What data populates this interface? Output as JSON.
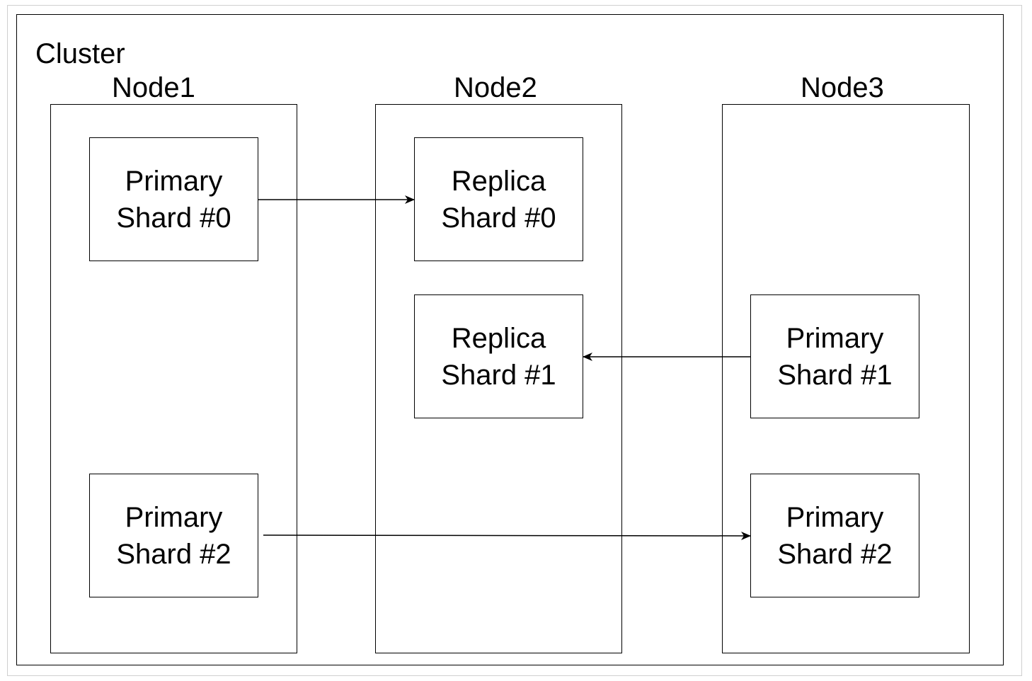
{
  "cluster": {
    "label": "Cluster"
  },
  "nodes": [
    {
      "label": "Node1"
    },
    {
      "label": "Node2"
    },
    {
      "label": "Node3"
    }
  ],
  "shards": {
    "node1_primary0": {
      "line1": "Primary",
      "line2": "Shard #0"
    },
    "node1_primary2": {
      "line1": "Primary",
      "line2": "Shard #2"
    },
    "node2_replica0": {
      "line1": "Replica",
      "line2": "Shard #0"
    },
    "node2_replica1": {
      "line1": "Replica",
      "line2": "Shard #1"
    },
    "node3_primary1": {
      "line1": "Primary",
      "line2": "Shard #1"
    },
    "node3_primary2": {
      "line1": "Primary",
      "line2": "Shard #2"
    }
  },
  "connections": [
    {
      "from": "node1_primary0",
      "to": "node2_replica0"
    },
    {
      "from": "node3_primary1",
      "to": "node2_replica1"
    },
    {
      "from": "node1_primary2",
      "to": "node3_primary2"
    }
  ],
  "colors": {
    "stroke": "#000000",
    "background": "#ffffff",
    "outer_frame": "#cfcfcf"
  }
}
